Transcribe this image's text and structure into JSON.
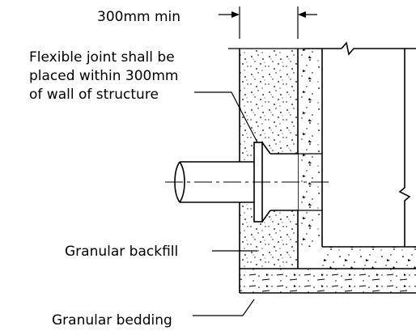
{
  "labels": {
    "dimension": "300mm min",
    "joint_line1": "Flexible joint shall be",
    "joint_line2": "placed within 300mm",
    "joint_line3": "of wall of structure",
    "backfill": "Granular backfill",
    "bedding": "Granular bedding"
  },
  "colors": {
    "line": "#000000",
    "background": "#ffffff"
  }
}
